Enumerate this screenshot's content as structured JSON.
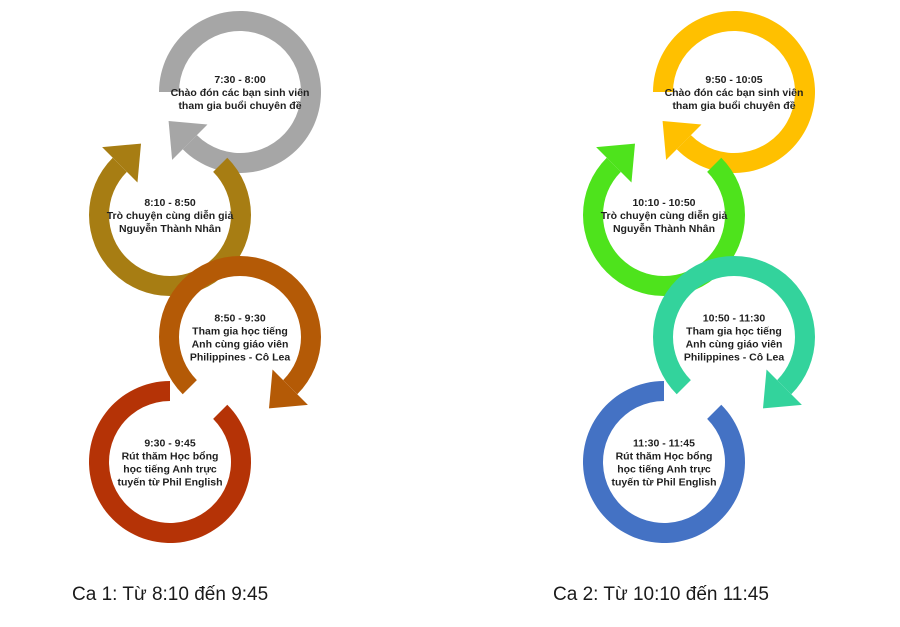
{
  "sessions": [
    {
      "caption": "Ca 1: Từ 8:10 đến 9:45",
      "steps": [
        {
          "time": "7:30 - 8:00",
          "lines": [
            "Chào đón các bạn sinh viên",
            "tham gia buổi chuyên đề"
          ],
          "color": "#a6a6a6"
        },
        {
          "time": "8:10 - 8:50",
          "lines": [
            "Trò chuyện cùng diễn giả",
            "Nguyễn Thành Nhân"
          ],
          "color": "#a77d13"
        },
        {
          "time": "8:50 - 9:30",
          "lines": [
            "Tham gia học tiếng",
            "Anh cùng giáo viên",
            "Philippines - Cô Lea"
          ],
          "color": "#b45a06"
        },
        {
          "time": "9:30 - 9:45",
          "lines": [
            "Rút thăm Học bổng",
            "học tiếng Anh trực",
            "tuyến từ Phil English"
          ],
          "color": "#b53306"
        }
      ]
    },
    {
      "caption": "Ca 2: Từ 10:10 đến 11:45",
      "steps": [
        {
          "time": "9:50 - 10:05",
          "lines": [
            "Chào đón các bạn sinh viên",
            "tham gia buổi chuyên đề"
          ],
          "color": "#ffc000"
        },
        {
          "time": "10:10 - 10:50",
          "lines": [
            "Trò chuyện cùng diễn giả",
            "Nguyễn Thành Nhân"
          ],
          "color": "#4ee31c"
        },
        {
          "time": "10:50 - 11:30",
          "lines": [
            "Tham gia học tiếng",
            "Anh cùng giáo viên",
            "Philippines - Cô Lea"
          ],
          "color": "#33d39c"
        },
        {
          "time": "11:30 - 11:45",
          "lines": [
            "Rút thăm Học bổng",
            "học tiếng Anh trực",
            "tuyến từ Phil English"
          ],
          "color": "#4472c4"
        }
      ]
    }
  ]
}
